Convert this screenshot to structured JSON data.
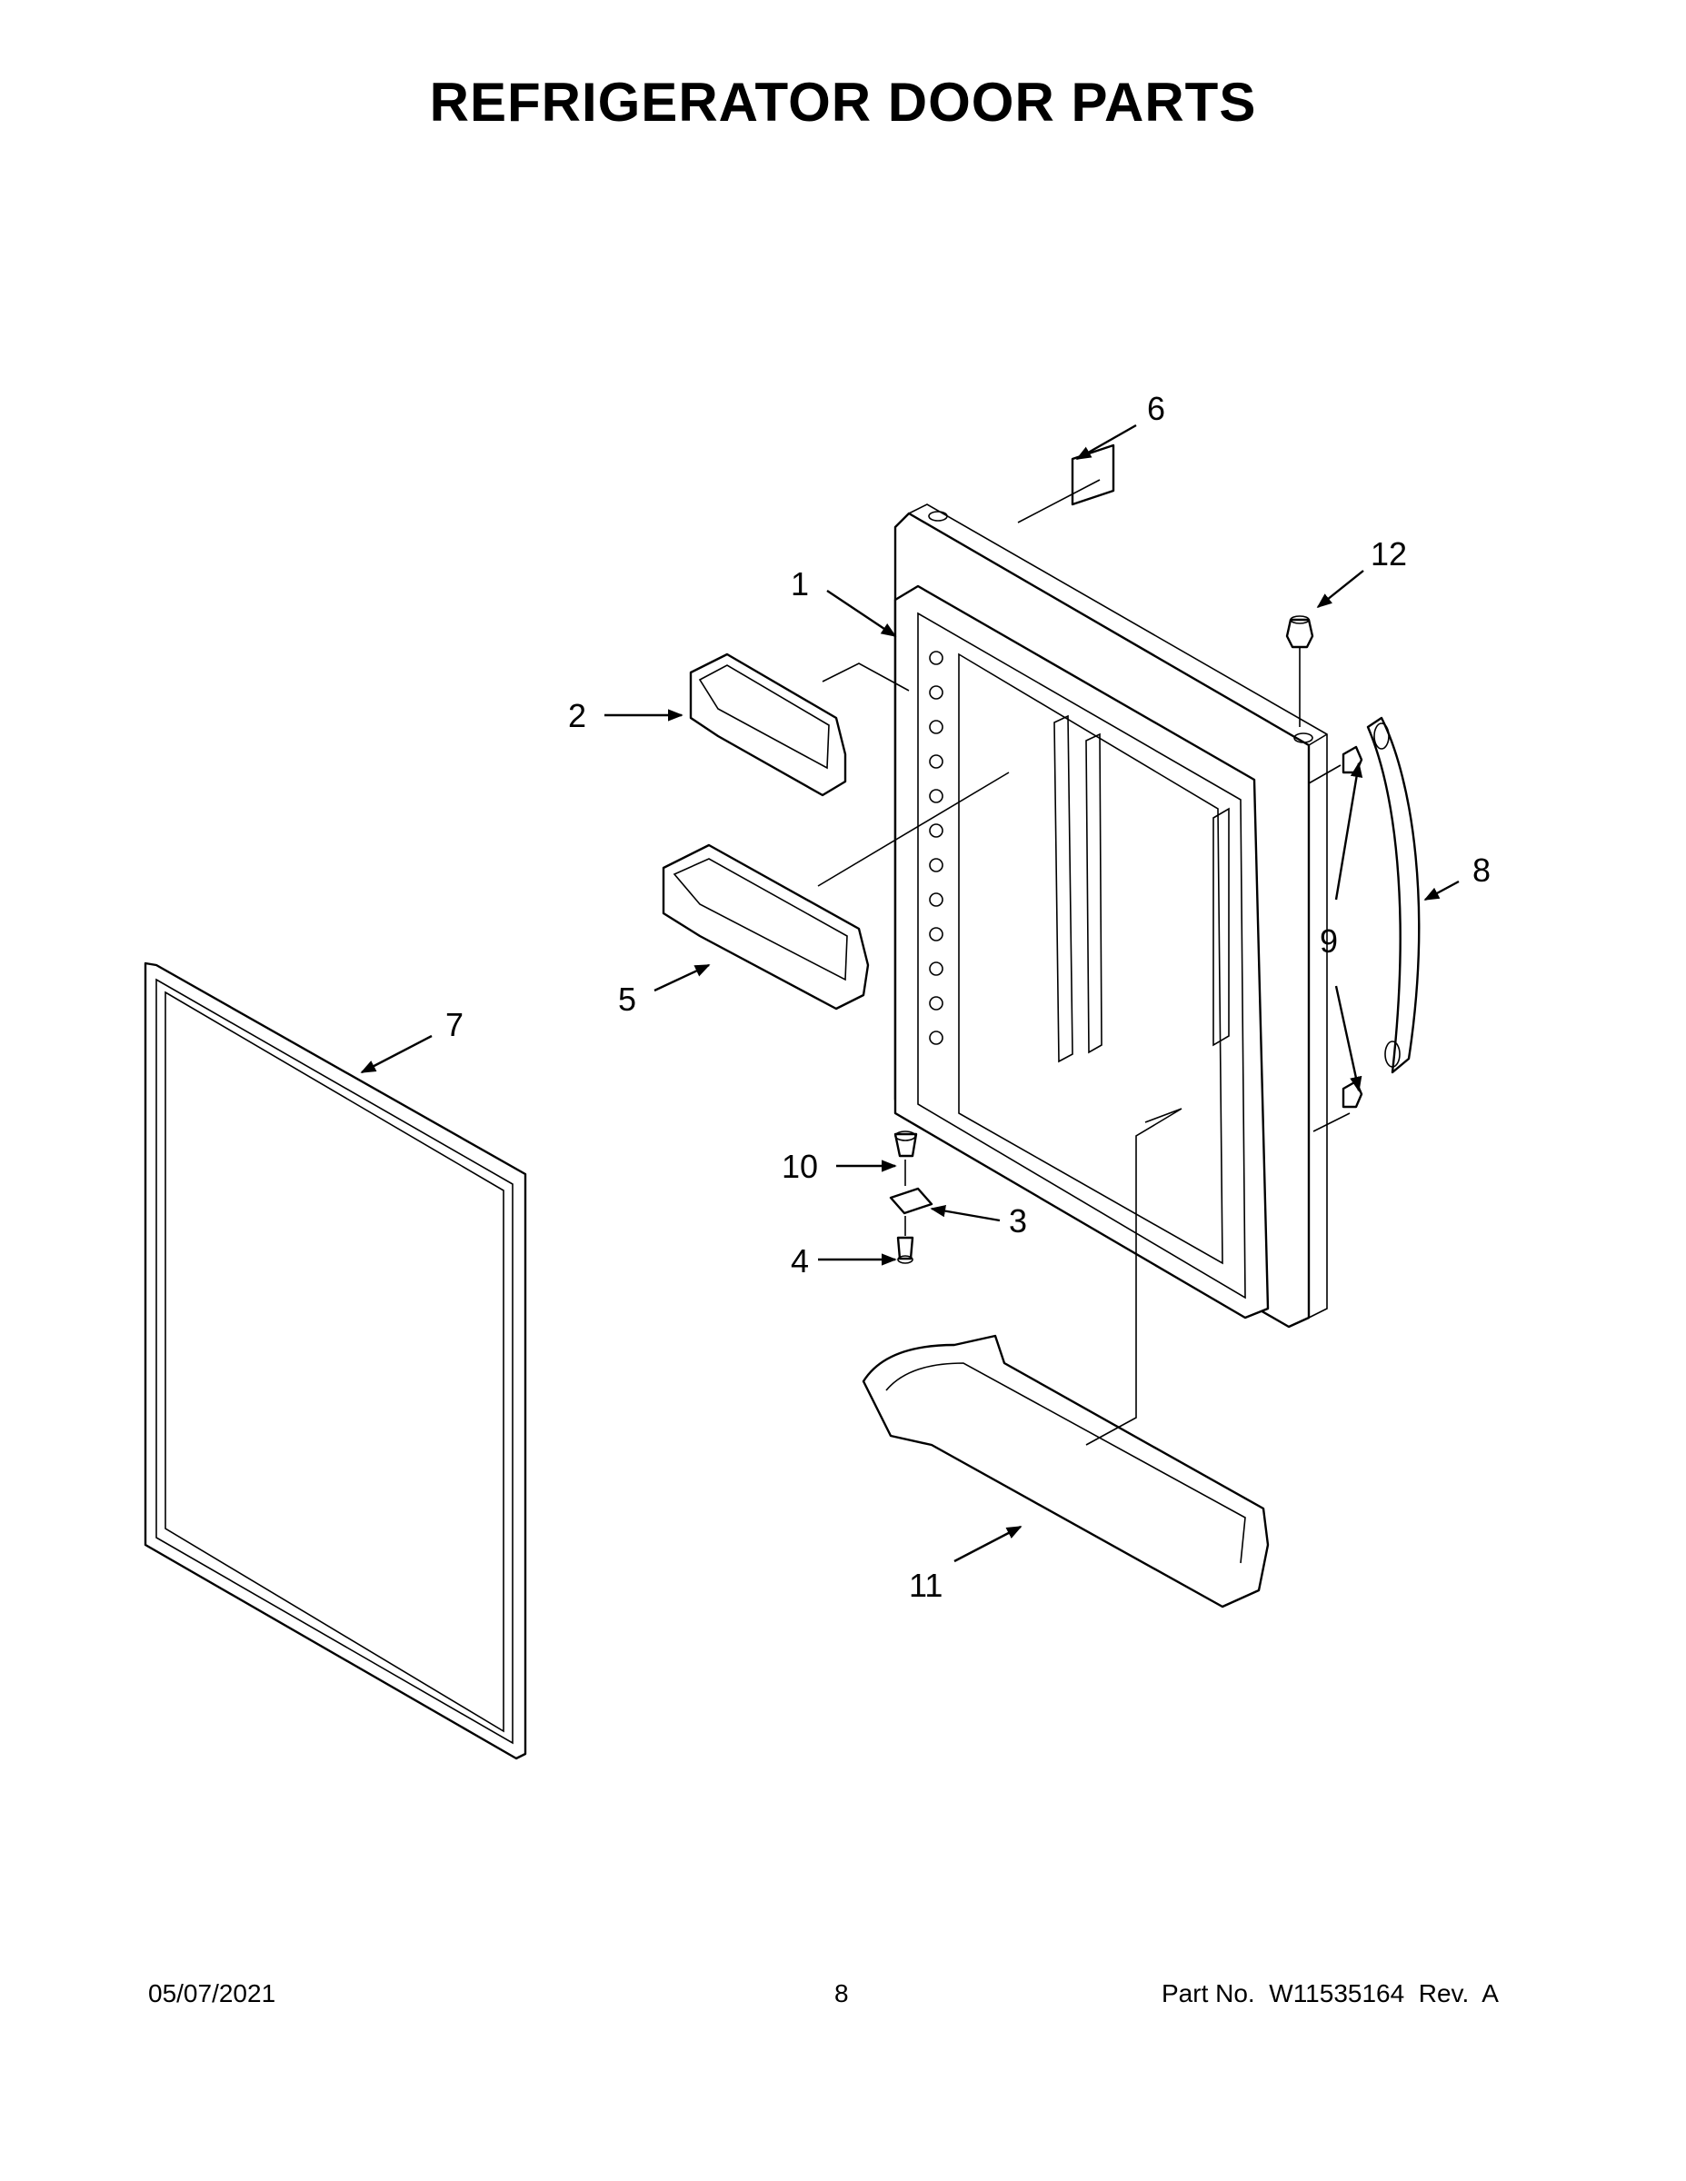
{
  "title": "REFRIGERATOR DOOR PARTS",
  "callouts": {
    "c1": "1",
    "c2": "2",
    "c3": "3",
    "c4": "4",
    "c5": "5",
    "c6": "6",
    "c7": "7",
    "c8": "8",
    "c9": "9",
    "c10": "10",
    "c11": "11",
    "c12": "12"
  },
  "footer": {
    "date": "05/07/2021",
    "page": "8",
    "part_no": "Part No.  W11535164  Rev.  A"
  }
}
